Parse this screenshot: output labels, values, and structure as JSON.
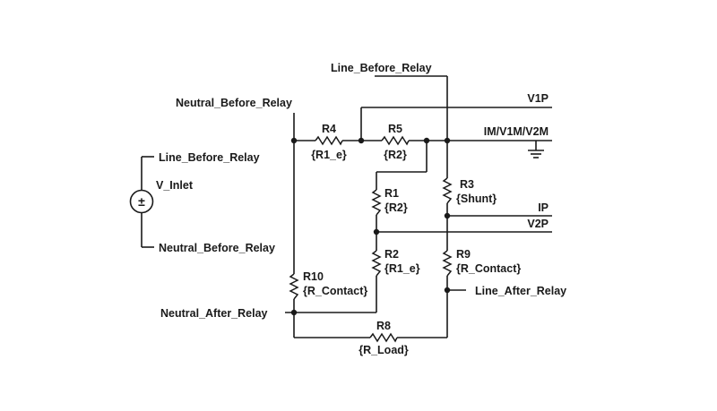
{
  "source": {
    "name": "V_Inlet",
    "top_net": "Line_Before_Relay",
    "bottom_net": "Neutral_Before_Relay",
    "symbol": "±"
  },
  "nets": {
    "line_before_relay": "Line_Before_Relay",
    "neutral_before_relay": "Neutral_Before_Relay",
    "v1p": "V1P",
    "im": "IM/V1M/V2M",
    "ip": "IP",
    "v2p": "V2P",
    "line_after_relay": "Line_After_Relay",
    "neutral_after_relay": "Neutral_After_Relay"
  },
  "resistors": {
    "r4": {
      "name": "R4",
      "value": "{R1_e}"
    },
    "r5": {
      "name": "R5",
      "value": "{R2}"
    },
    "r1": {
      "name": "R1",
      "value": "{R2}"
    },
    "r3": {
      "name": "R3",
      "value": "{Shunt}"
    },
    "r2": {
      "name": "R2",
      "value": "{R1_e}"
    },
    "r9": {
      "name": "R9",
      "value": "{R_Contact}"
    },
    "r10": {
      "name": "R10",
      "value": "{R_Contact}"
    },
    "r8": {
      "name": "R8",
      "value": "{R_Load}"
    }
  },
  "icons": {
    "ground": "ground-icon",
    "voltage_source": "voltage-source-icon"
  }
}
